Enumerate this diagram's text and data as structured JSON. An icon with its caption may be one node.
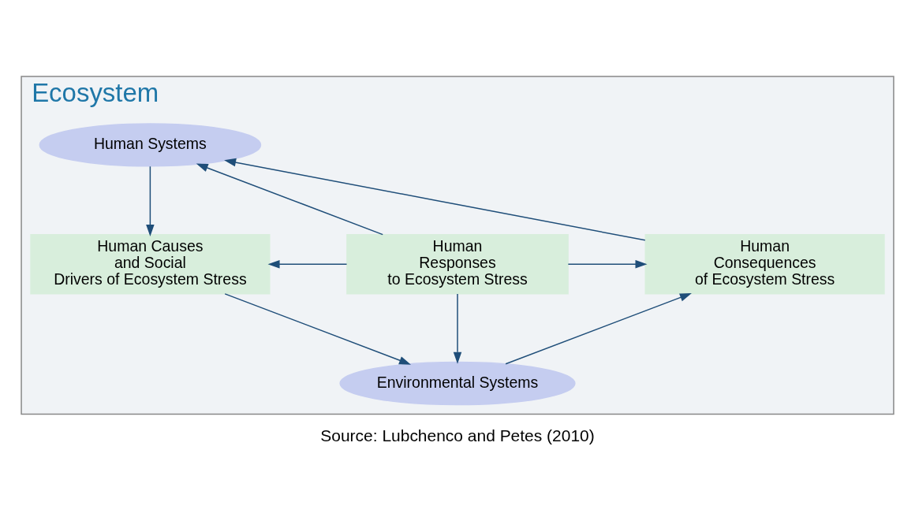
{
  "diagram": {
    "caption": "Source: Lubchenco and Petes (2010)",
    "nodes": [
      {
        "text": [
          "Ecosystem"
        ]
      },
      {
        "text": [
          "Human Systems"
        ],
        "in": 0
      },
      {
        "text": [
          "Human Causes and Social Drivers of Ecosystem Stress"
        ],
        "in": 0
      },
      {
        "text": [
          "Human Responses to Ecosystem Stress"
        ],
        "in": 0
      },
      {
        "text": [
          "Human Consequences of Ecosystem Stress"
        ],
        "in": 0
      },
      {
        "text": [
          "Environmental Systems"
        ],
        "in": 0
      }
    ],
    "edges": [
      {
        "from": 1,
        "to": 2,
        "arrow": "to"
      },
      {
        "from": 2,
        "to": 5,
        "arrow": "to"
      },
      {
        "from": 5,
        "to": 4,
        "arrow": "to"
      },
      {
        "from": 4,
        "to": 1,
        "arrow": "to"
      },
      {
        "from": 3,
        "to": 1,
        "arrow": "to"
      },
      {
        "from": 3,
        "to": 2,
        "arrow": "to"
      },
      {
        "from": 3,
        "to": 4,
        "arrow": "to"
      },
      {
        "from": 3,
        "to": 5,
        "arrow": "to"
      }
    ]
  }
}
